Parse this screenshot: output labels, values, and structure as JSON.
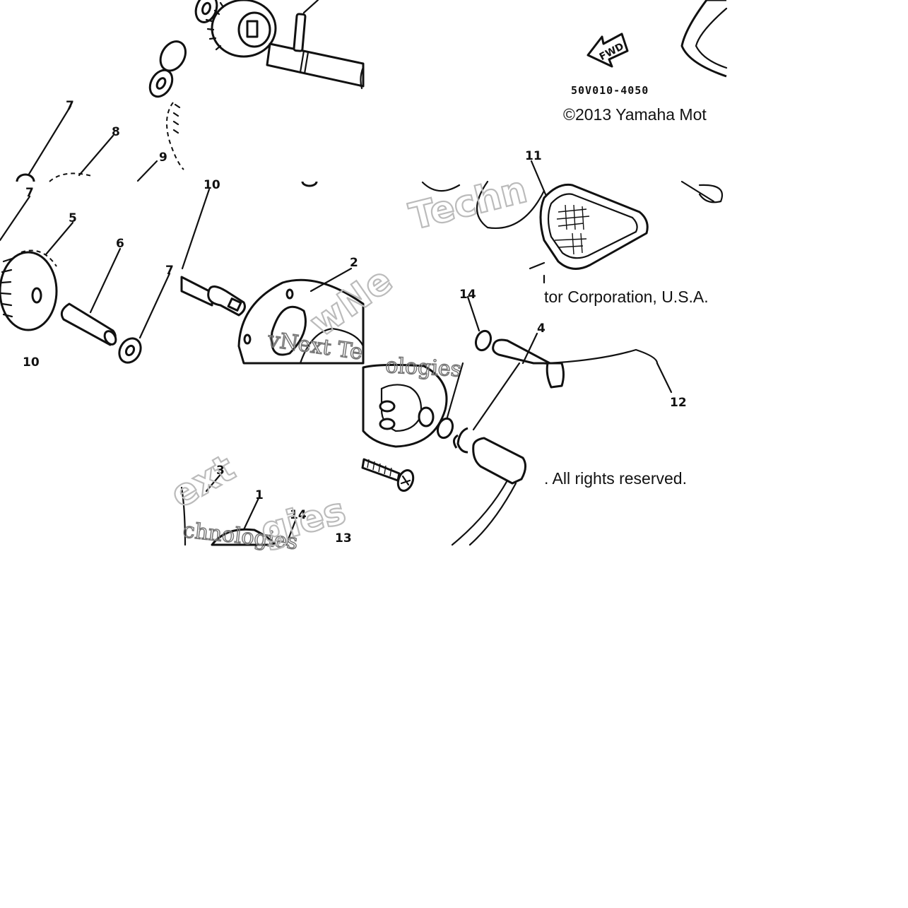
{
  "document": {
    "part_number": "50V010-4050",
    "copyright_line_1": "©2013 Yamaha Mot",
    "copyright_line_2": "tor Corporation, U.S.A.",
    "copyright_line_3": ". All rights reserved.",
    "fwd_arrow_label": "FWD"
  },
  "watermarks": {
    "w1": "Techn",
    "w2": "wNe",
    "w3": "vNext Te",
    "w4": "ologies",
    "w5": "ext",
    "w6": "chnologies",
    "w7": "gies"
  },
  "callouts": {
    "c7a": "7",
    "c8": "8",
    "c9": "9",
    "c7b": "7",
    "c5": "5",
    "c6": "6",
    "c7c": "7",
    "c10a": "10",
    "c10b": "10",
    "c2": "2",
    "c11": "11",
    "c14a": "14",
    "c4": "4",
    "c12": "12",
    "c3": "3",
    "c1": "1",
    "c14b": "14",
    "c13": "13"
  }
}
